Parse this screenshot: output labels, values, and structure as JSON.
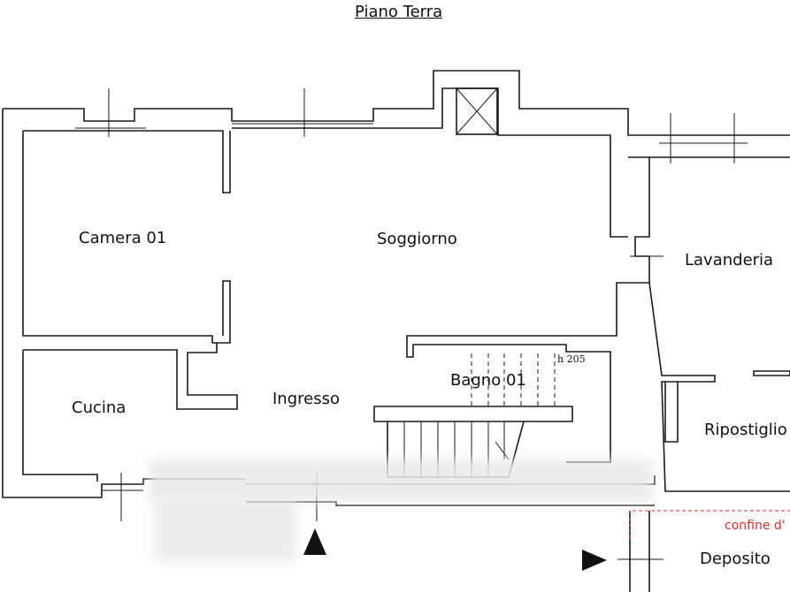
{
  "title": "Piano Terra",
  "rooms": {
    "camera": "Camera 01",
    "soggiorno": "Soggiorno",
    "lavanderia": "Lavanderia",
    "cucina": "Cucina",
    "ingresso": "Ingresso",
    "bagno": "Bagno 01",
    "ripostiglio": "Ripostiglio",
    "deposito": "Deposito"
  },
  "notes": {
    "height": "h 205",
    "boundary": "confine d'"
  },
  "colors": {
    "wall": "#1a1a1a",
    "boundary": "#d9332b",
    "watermark": "#e9e9e9"
  },
  "icons": {
    "entrance_arrow_up": "triangle-up-icon",
    "entrance_arrow_right": "triangle-right-icon"
  }
}
